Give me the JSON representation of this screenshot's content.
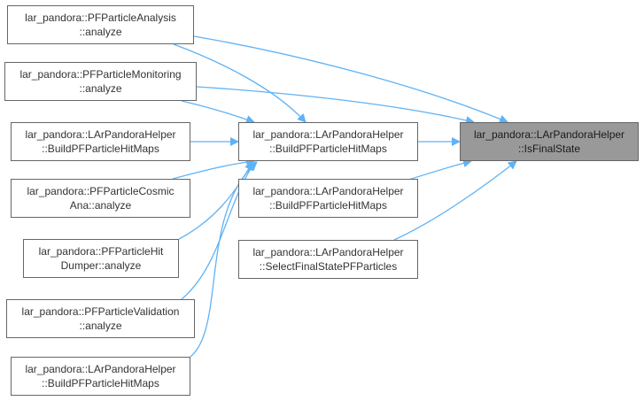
{
  "graph": {
    "edge_color": "#5fb2f5",
    "target_fill": "#999999",
    "node_border": "#666666",
    "nodes": {
      "target": {
        "line1": "lar_pandora::LArPandoraHelper",
        "line2": "::IsFinalState"
      },
      "mid_build_1": {
        "line1": "lar_pandora::LArPandoraHelper",
        "line2": "::BuildPFParticleHitMaps"
      },
      "mid_build_2": {
        "line1": "lar_pandora::LArPandoraHelper",
        "line2": "::BuildPFParticleHitMaps"
      },
      "mid_select": {
        "line1": "lar_pandora::LArPandoraHelper",
        "line2": "::SelectFinalStatePFParticles"
      },
      "analysis": {
        "line1": "lar_pandora::PFParticleAnalysis",
        "line2": "::analyze"
      },
      "monitoring": {
        "line1": "lar_pandora::PFParticleMonitoring",
        "line2": "::analyze"
      },
      "left_build_1": {
        "line1": "lar_pandora::LArPandoraHelper",
        "line2": "::BuildPFParticleHitMaps"
      },
      "cosmic": {
        "line1": "lar_pandora::PFParticleCosmic",
        "line2": "Ana::analyze"
      },
      "hitdumper": {
        "line1": "lar_pandora::PFParticleHit",
        "line2": "Dumper::analyze"
      },
      "validation": {
        "line1": "lar_pandora::PFParticleValidation",
        "line2": "::analyze"
      },
      "left_build_2": {
        "line1": "lar_pandora::LArPandoraHelper",
        "line2": "::BuildPFParticleHitMaps"
      }
    }
  }
}
